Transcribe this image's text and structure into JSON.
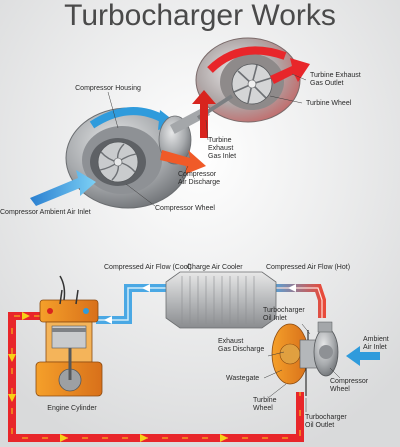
{
  "title": "Turbocharger Works",
  "labels": {
    "compressor_housing": "Compressor Housing",
    "turbine_exhaust_gas_outlet_1": "Turbine Exhaust",
    "turbine_exhaust_gas_outlet_2": "Gas Outlet",
    "turbine_wheel_top": "Turbine Wheel",
    "turbine_exhaust_gas_inlet_1": "Turbine",
    "turbine_exhaust_gas_inlet_2": "Exhaust",
    "turbine_exhaust_gas_inlet_3": "Gas Inlet",
    "compressor_air_discharge_1": "Compressor",
    "compressor_air_discharge_2": "Air Discharge",
    "compressor_wheel_top": "Compressor Wheel",
    "compressor_ambient_air_inlet": "Compressor Ambient Air Inlet",
    "compressed_air_flow_cool": "Compressed Air Flow (Cool)",
    "charge_air_cooler": "Charge Air Cooler",
    "compressed_air_flow_hot": "Compressed Air Flow (Hot)",
    "turbocharger_oil_inlet_1": "Turbocharger",
    "turbocharger_oil_inlet_2": "Oil Inlet",
    "ambient_air_inlet_1": "Ambient",
    "ambient_air_inlet_2": "Air Inlet",
    "exhaust_gas_discharge_1": "Exhaust",
    "exhaust_gas_discharge_2": "Gas Discharge",
    "wastegate": "Wastegate",
    "compressor_wheel_bottom_1": "Compressor",
    "compressor_wheel_bottom_2": "Wheel",
    "turbine_wheel_bottom_1": "Turbine",
    "turbine_wheel_bottom_2": "Wheel",
    "turbocharger_oil_outlet_1": "Turbocharger",
    "turbocharger_oil_outlet_2": "Oil Outlet",
    "engine_cylinder": "Engine Cylinder"
  },
  "colors": {
    "hot_flow": "#e8262a",
    "cool_flow": "#2f9bdc",
    "pipe_yellow": "#f7d117",
    "housing_grey": "#9a9ea2",
    "engine_orange": "#f08a1c"
  }
}
